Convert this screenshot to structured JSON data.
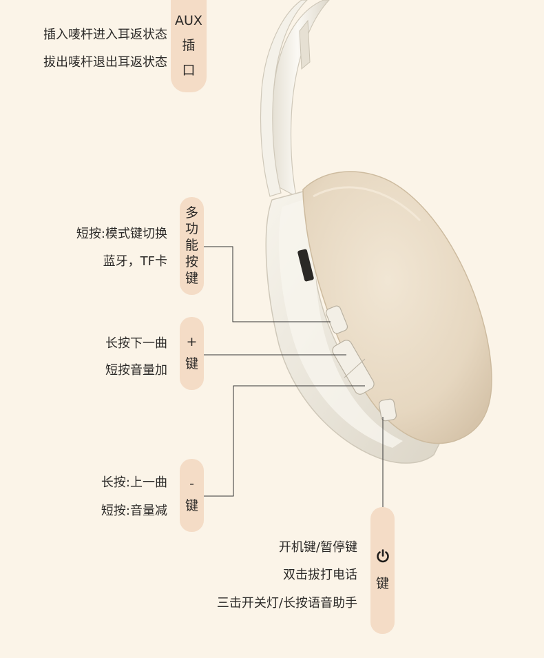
{
  "aux": {
    "label_top": "AUX",
    "label_mid": "插",
    "label_bot": "口",
    "desc_1": "插入唛杆进入耳返状态",
    "desc_2": "拔出唛杆退出耳返状态"
  },
  "multi": {
    "chars": [
      "多",
      "功",
      "能",
      "按",
      "键"
    ],
    "desc_1": "短按:模式键切换",
    "desc_2": "蓝牙，TF卡"
  },
  "plus": {
    "symbol": "+",
    "label": "键",
    "desc_1": "长按下一曲",
    "desc_2": "短按音量加"
  },
  "minus": {
    "symbol": "-",
    "label": "键",
    "desc_1": "长按:上一曲",
    "desc_2": "短按:音量减"
  },
  "power": {
    "icon": "power-icon",
    "label": "键",
    "desc_1": "开机键/暂停键",
    "desc_2": "双击拔打电话",
    "desc_3": "三击开关灯/长按语音助手"
  },
  "colors": {
    "background": "#fbf4e8",
    "pill": "#f4dcc6",
    "text": "#2c2a28",
    "headphone_shell": "#f2eee4",
    "ear_cushion": "#e9dcc8",
    "leader_line": "#333333"
  }
}
